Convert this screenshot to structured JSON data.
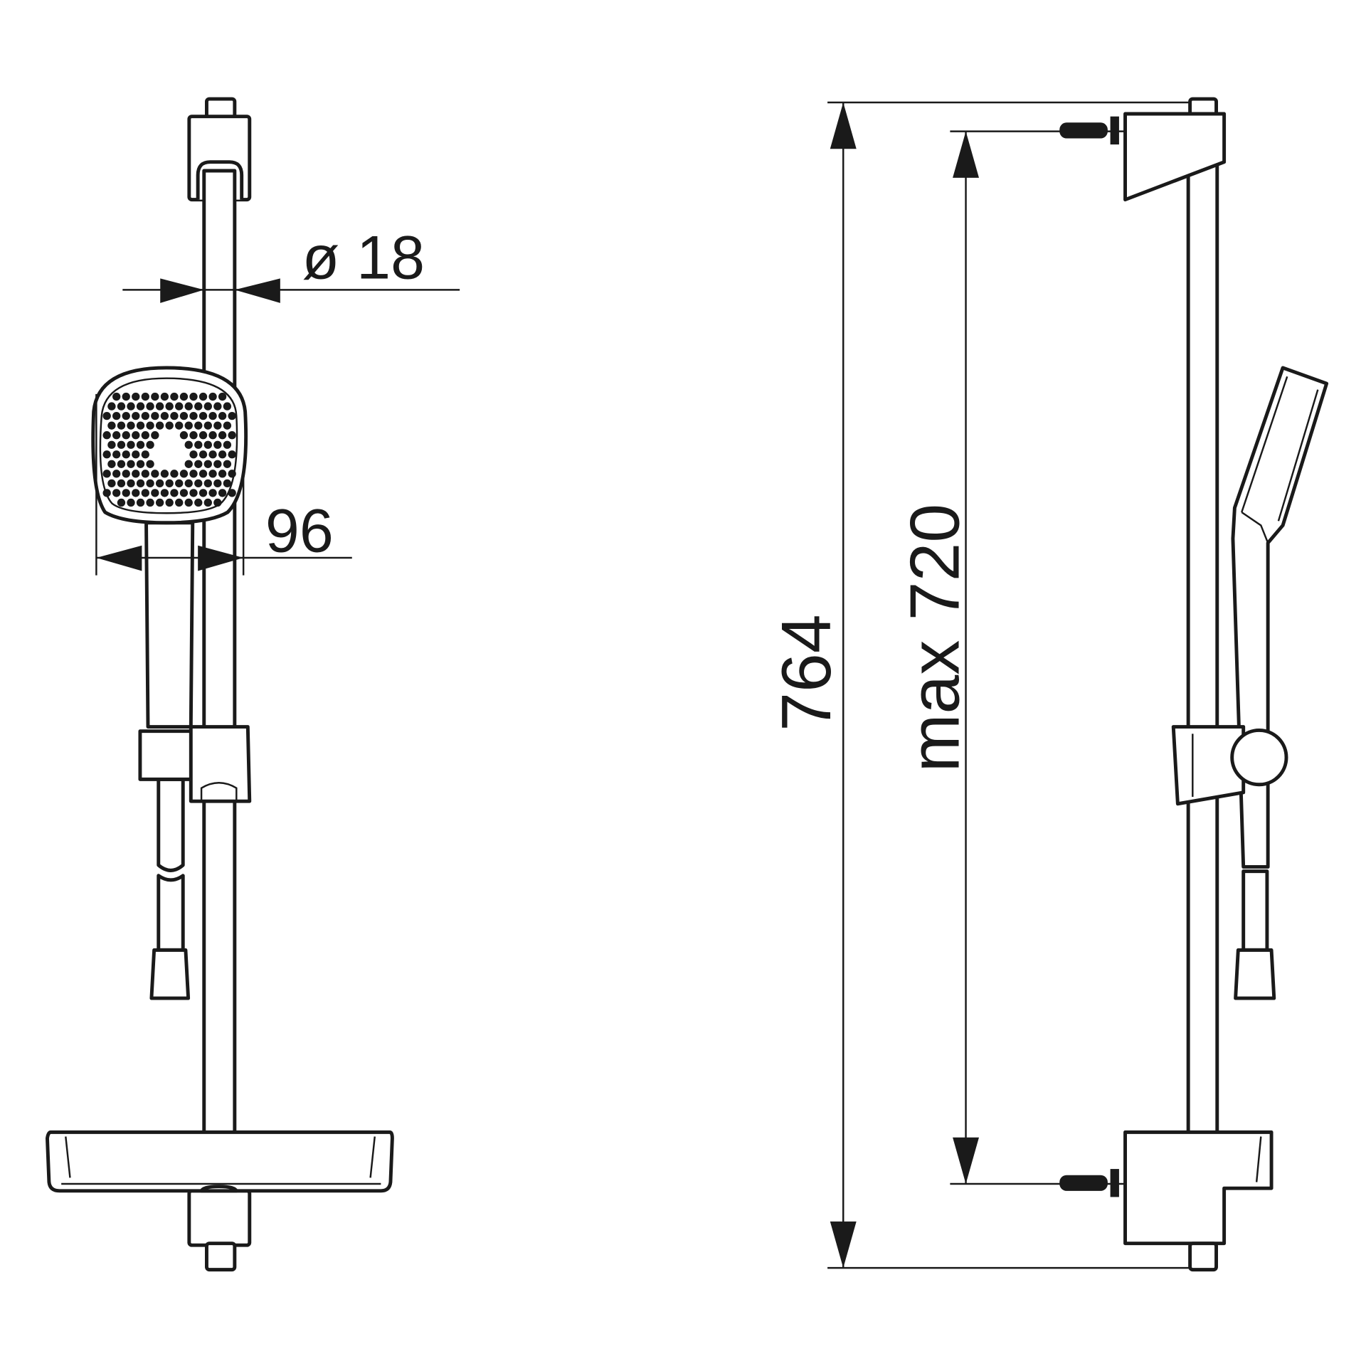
{
  "dimensions": {
    "rail_diameter": "ø 18",
    "head_width": "96",
    "total_height": "764",
    "bracket_spacing": "max 720"
  },
  "colors": {
    "line": "#1a1a1a",
    "background": "#ffffff"
  }
}
